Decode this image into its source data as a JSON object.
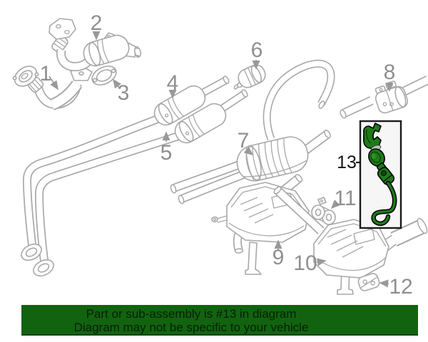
{
  "diagram": {
    "background": "#ffffff",
    "line_color": "#a8a8a8",
    "callout_color": "#8f8f8f",
    "callouts": [
      {
        "number": "1"
      },
      {
        "number": "2"
      },
      {
        "number": "3"
      },
      {
        "number": "4"
      },
      {
        "number": "5"
      },
      {
        "number": "6"
      },
      {
        "number": "7"
      },
      {
        "number": "8"
      },
      {
        "number": "9"
      },
      {
        "number": "10"
      },
      {
        "number": "11"
      },
      {
        "number": "12"
      }
    ],
    "highlight": {
      "label": "13",
      "part_color": "#1e7b19",
      "part_outline": "#000000",
      "box_border": "#1a1a1a",
      "box_background": "#f6f6f6"
    }
  },
  "banner": {
    "line1": "Part or sub-assembly is #13 in diagram",
    "line2": "Diagram may not be specific to your vehicle",
    "background": "#126310",
    "text_color": "#052005"
  }
}
